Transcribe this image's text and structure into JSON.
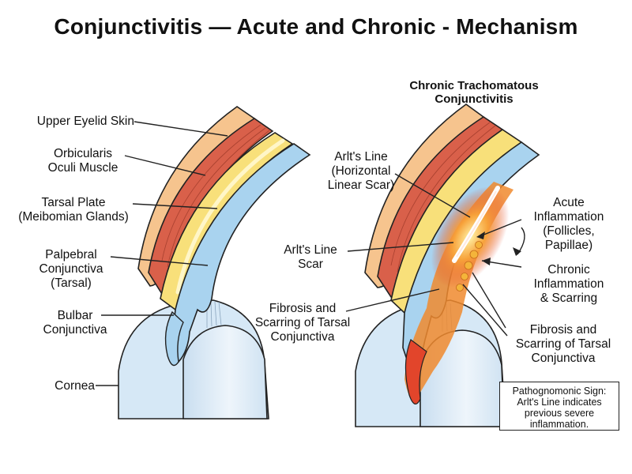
{
  "title": "Conjunctivitis — Acute and Chronic - Mechanism",
  "right_panel_title": [
    "Chronic Trachomatous",
    "Conjunctivitis"
  ],
  "left_labels": {
    "upper_eyelid_skin": [
      "Upper Eyelid Skin"
    ],
    "orbicularis": [
      "Orbicularis",
      "Oculi Muscle"
    ],
    "tarsal_plate": [
      "Tarsal Plate",
      "(Meibomian Glands)"
    ],
    "palpebral": [
      "Palpebral",
      "Conjunctiva",
      "(Tarsal)"
    ],
    "bulbar": [
      "Bulbar",
      "Conjunctiva"
    ],
    "cornea": [
      "Cornea"
    ]
  },
  "right_labels": {
    "arlts_line_horizontal": [
      "Arlt's Line",
      "(Horizontal",
      "Linear Scar)"
    ],
    "arlts_line_scar": [
      "Arlt's Line",
      "Scar"
    ],
    "fibrosis_left": [
      "Fibrosis and",
      "Scarring of Tarsal",
      "Conjunctiva"
    ],
    "acute_inflammation": [
      "Acute",
      "Inflammation",
      "(Follicles,",
      "Papillae)"
    ],
    "chronic_inflammation": [
      "Chronic",
      "Inflammation",
      "& Scarring"
    ],
    "fibrosis_right": [
      "Fibrosis and",
      "Scarring of Tarsal",
      "Conjunctiva"
    ]
  },
  "note": [
    "Pathognomonic Sign:",
    "Arlt's Line indicates",
    "previous severe",
    "inflammation."
  ],
  "colors": {
    "skin": "#f6c48e",
    "muscle": "#d9604a",
    "tarsal": "#f8e07a",
    "conjunctiva": "#a9d3ef",
    "eye": "#dcebf7",
    "inflammation": "#f08a2e",
    "inflamed_red": "#e2452b",
    "outline": "#222222"
  }
}
